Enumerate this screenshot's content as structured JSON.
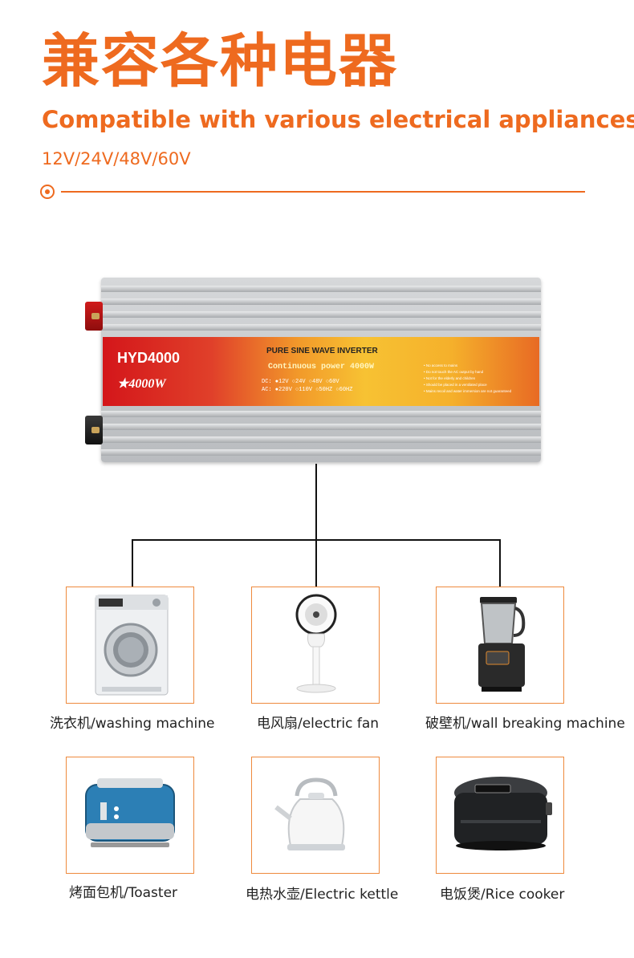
{
  "header": {
    "title_cn": "兼容各种电器",
    "title_en": "Compatible with various electrical appliances",
    "voltages": "12V/24V/48V/60V"
  },
  "inverter": {
    "model": "HYD4000",
    "power_badge": "★4000W",
    "heading": "PURE SINE WAVE INVERTER",
    "continuous": "Continuous power 4000W",
    "dc_row": "DC: ●12V  ○24V  ○48V  ○60V",
    "ac_row": "AC: ●220V ○110V ○50HZ ○60HZ",
    "warnings": [
      "• No access to mains",
      "• Do not touch the AC output by hand",
      "• Not for the elderly and children",
      "• Should be placed in a ventilated place",
      "• Mains recoil and water immersion are not guaranteed"
    ]
  },
  "appliances": [
    {
      "icon": "washing-machine-icon",
      "caption": "洗衣机/washing machine"
    },
    {
      "icon": "electric-fan-icon",
      "caption": "电风扇/electric fan"
    },
    {
      "icon": "blender-icon",
      "caption": "破壁机/wall breaking machine"
    },
    {
      "icon": "toaster-icon",
      "caption": "烤面包机/Toaster"
    },
    {
      "icon": "kettle-icon",
      "caption": "电热水壶/Electric kettle"
    },
    {
      "icon": "rice-cooker-icon",
      "caption": "电饭煲/Rice cooker"
    }
  ],
  "colors": {
    "accent": "#ee6a1f",
    "card_border": "#ee8a3d"
  }
}
